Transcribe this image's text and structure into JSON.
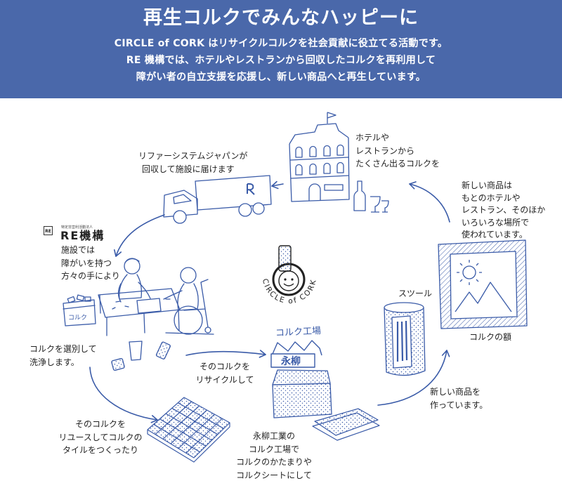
{
  "header": {
    "title": "再生コルクでみんなハッピーに",
    "lines": [
      "CIRCLE of CORK はリサイクルコルクを社会貢献に役立てる活動です。",
      "RE 機構では、ホテルやレストランから回収したコルクを再利用して",
      "障がい者の自立支援を応援し、新しい商品へと再生しています。"
    ]
  },
  "steps": {
    "hotel": [
      "ホテルや",
      "レストランから",
      "たくさん出るコルクを"
    ],
    "collection": [
      "リファーシステムジャパンが",
      "回収して施設に届けます"
    ],
    "reuse": [
      "新しい商品は",
      "もとのホテルや",
      "レストラン、そのほか",
      "いろいろな場所で",
      "使われています。"
    ],
    "facility": [
      "施設では",
      "障がいを持つ",
      "方々の手により"
    ],
    "sorting": [
      "コルクを選別して",
      "洗浄します。"
    ],
    "recycling": [
      "そのコルクを",
      "リサイクルして"
    ],
    "new_products": [
      "新しい商品を",
      "作っています。"
    ],
    "tiles": [
      "そのコルクを",
      "リユースしてコルクの",
      "タイルをつくったり"
    ],
    "factory": [
      "永柳工業の",
      "コルク工場で",
      "コルクのかたまりや",
      "コルクシートにして"
    ]
  },
  "products": {
    "stool": "スツール",
    "frame": "コルクの額"
  },
  "re_logo": {
    "mark": "RE",
    "org_type": "特定非営利活動法人",
    "name": "RE機構"
  },
  "cork_logo": {
    "text": "CIRCLE of CORK"
  },
  "sketch_text": {
    "factory_heading": "コルク工場",
    "factory_sign": "永柳",
    "crate": "コルク"
  },
  "colors": {
    "banner": "#4a68aa",
    "ink": "#3a5ba8",
    "label_text": "#222222"
  }
}
